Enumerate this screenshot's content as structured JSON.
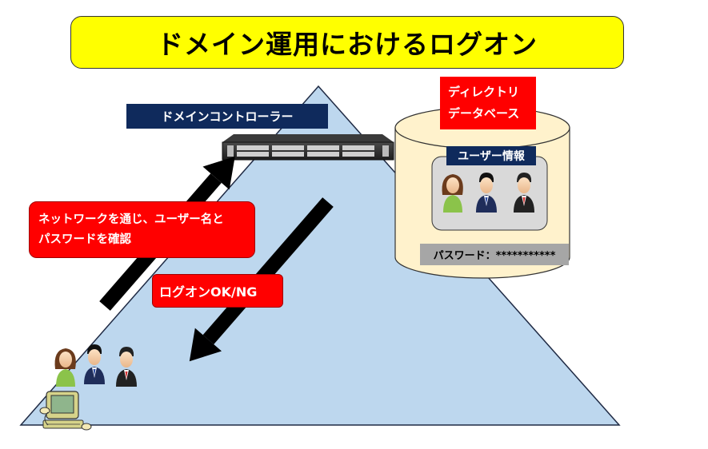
{
  "title": "ドメイン運用におけるログオン",
  "dc_label": "ドメインコントローラー",
  "directory_db": {
    "line1": "ディレクトリ",
    "line2": "データベース"
  },
  "user_info_label": "ユーザー情報",
  "password_label": "パスワード：***********",
  "network_callout": {
    "line1": "ネットワークを通じ、ユーザー名と",
    "line2": "パスワードを確認"
  },
  "logon_result": "ログオンOK/NG",
  "colors": {
    "title_bg": "#ffff00",
    "pyramid_fill": "#bdd7ee",
    "cylinder_fill": "#fff2cc",
    "navy": "#0f2a5c",
    "red": "#ff0000"
  }
}
